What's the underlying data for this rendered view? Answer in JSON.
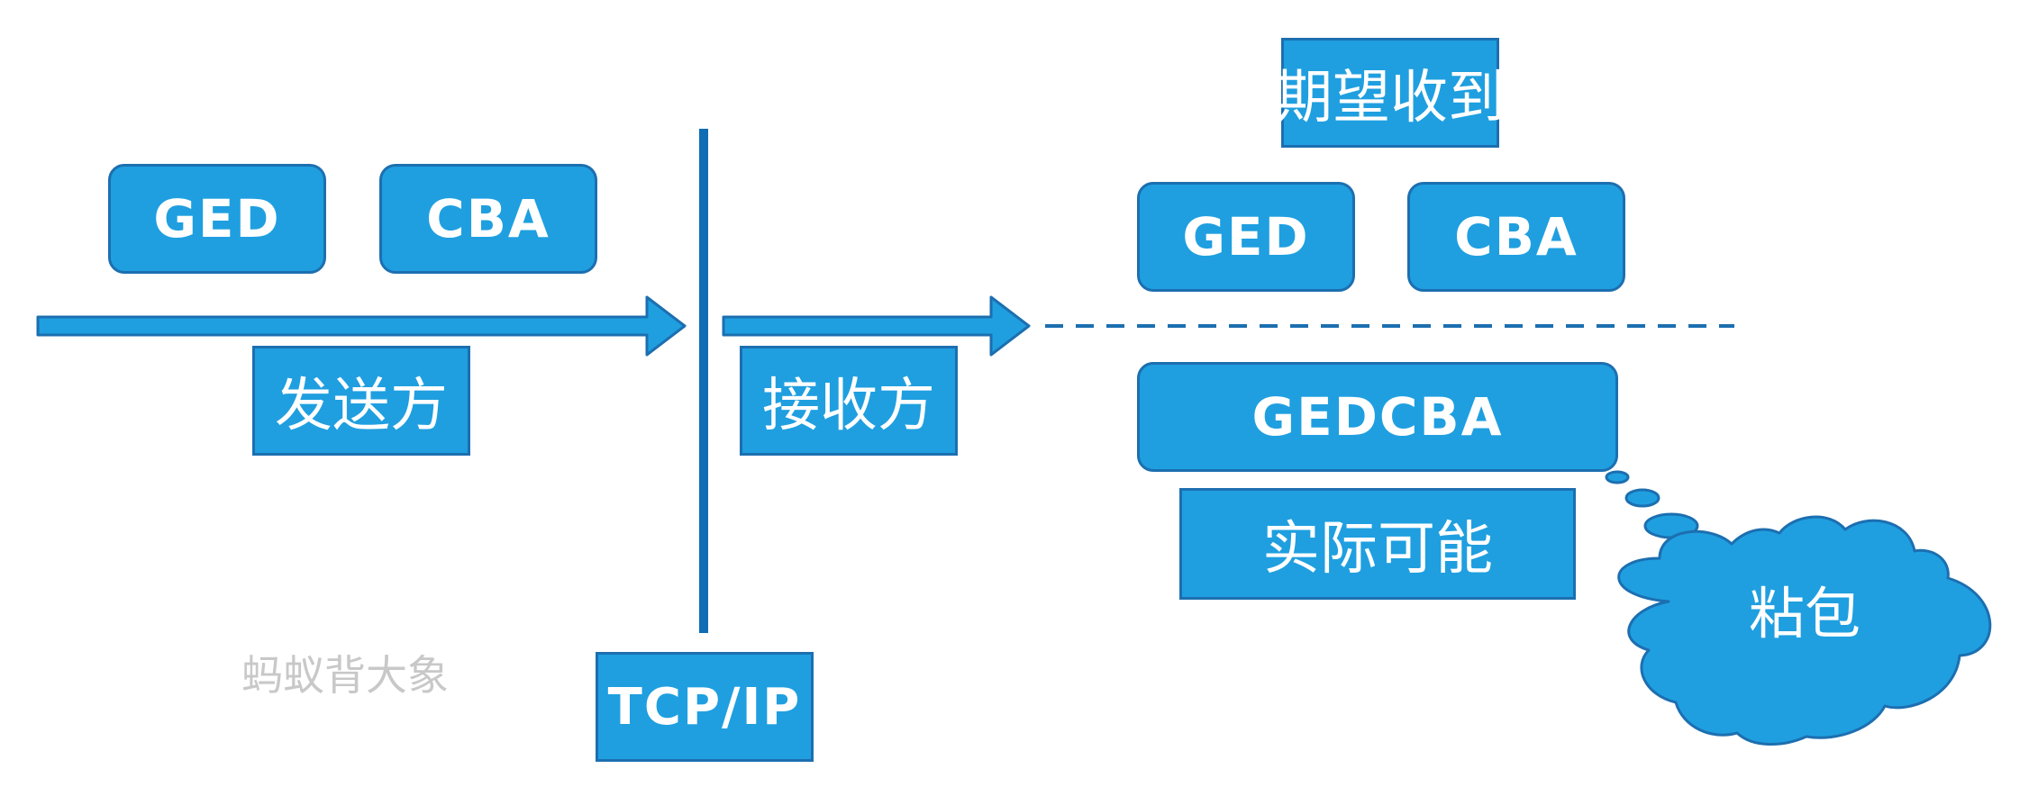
{
  "sender": {
    "packets": [
      "GED",
      "CBA"
    ],
    "label": "发送方"
  },
  "network": {
    "label": "TCP/IP"
  },
  "receiver": {
    "label": "接收方",
    "expected": {
      "title": "期望收到",
      "packets": [
        "GED",
        "CBA"
      ]
    },
    "actual": {
      "packet": "GEDCBA",
      "title": "实际可能"
    },
    "cloud_label": "粘包"
  },
  "watermark": "蚂蚁背大象",
  "colors": {
    "box_fill": "#1f9fe0",
    "box_border": "#1c6fb0",
    "line": "#0f6db5",
    "watermark": "#c8c8c8"
  }
}
